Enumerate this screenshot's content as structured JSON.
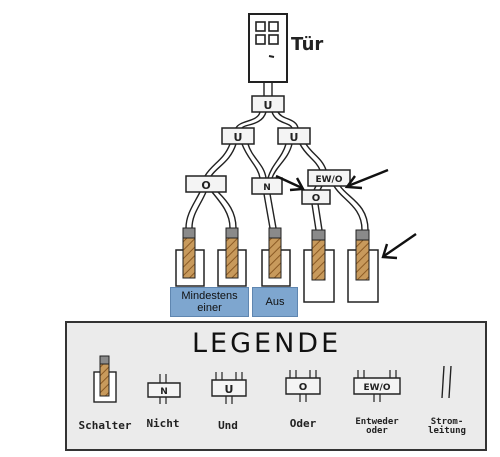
{
  "diagram": {
    "door_label": "Tür",
    "gates": {
      "top_and": "U",
      "and_left": "U",
      "and_right": "U",
      "or_left": "O",
      "not_mid": "N",
      "xor_right": "EW/O",
      "or_right": "O"
    },
    "boxes": {
      "at_least_one": "Mindestens einer",
      "off": "Aus"
    },
    "colors": {
      "wire": "#222222",
      "gate_fill": "#f4f4f4",
      "switch_wood": "#c89a5c",
      "switch_cap": "#8a8a8a",
      "box_blue": "#7ea6cf",
      "legend_bg": "#ebebeb"
    }
  },
  "legend": {
    "title": "LEGENDE",
    "items": [
      {
        "icon": "switch-icon",
        "symbol": "",
        "caption": "Schalter"
      },
      {
        "icon": "not-gate-icon",
        "symbol": "N",
        "caption": "Nicht"
      },
      {
        "icon": "and-gate-icon",
        "symbol": "U",
        "caption": "Und"
      },
      {
        "icon": "or-gate-icon",
        "symbol": "O",
        "caption": "Oder"
      },
      {
        "icon": "xor-gate-icon",
        "symbol": "EW/O",
        "caption": "Entweder oder"
      },
      {
        "icon": "wire-icon",
        "symbol": "",
        "caption": "Strom-leitung"
      }
    ]
  }
}
